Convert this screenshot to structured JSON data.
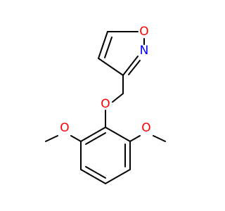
{
  "molecule": {
    "colors": {
      "bond": "#000000",
      "oxygen": "#ff0000",
      "nitrogen": "#0000ff",
      "background": "#ffffff"
    },
    "atoms": {
      "isoxazole_oxygen": "O",
      "isoxazole_nitrogen": "N",
      "ether_oxygen": "O",
      "methoxy_left_oxygen": "O",
      "methoxy_right_oxygen": "O"
    }
  }
}
